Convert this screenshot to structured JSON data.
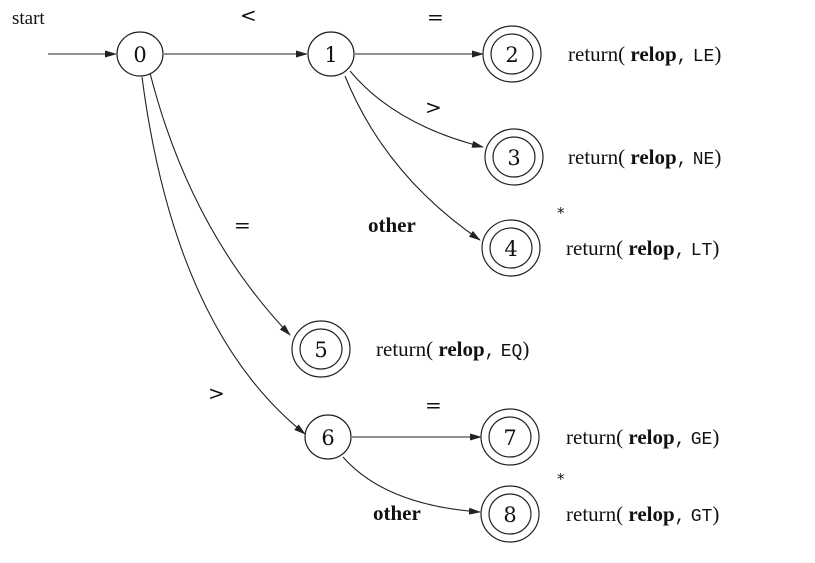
{
  "diagram": {
    "start_label": "start",
    "states": [
      {
        "id": "s0",
        "label": "0",
        "accepting": false,
        "retract": false,
        "action": null
      },
      {
        "id": "s1",
        "label": "1",
        "accepting": false,
        "retract": false,
        "action": null
      },
      {
        "id": "s2",
        "label": "2",
        "accepting": true,
        "retract": false,
        "action": {
          "word": "return(",
          "relop": "relop",
          "sep": ",",
          "token": "LE",
          "close": ")"
        }
      },
      {
        "id": "s3",
        "label": "3",
        "accepting": true,
        "retract": false,
        "action": {
          "word": "return(",
          "relop": "relop",
          "sep": ",",
          "token": "NE",
          "close": ")"
        }
      },
      {
        "id": "s4",
        "label": "4",
        "accepting": true,
        "retract": true,
        "retract_mark": "*",
        "action": {
          "word": "return(",
          "relop": "relop",
          "sep": ",",
          "token": "LT",
          "close": ")"
        }
      },
      {
        "id": "s5",
        "label": "5",
        "accepting": true,
        "retract": false,
        "action": {
          "word": "return(",
          "relop": "relop",
          "sep": ",",
          "token": "EQ",
          "close": ")"
        }
      },
      {
        "id": "s6",
        "label": "6",
        "accepting": false,
        "retract": false,
        "action": null
      },
      {
        "id": "s7",
        "label": "7",
        "accepting": true,
        "retract": false,
        "action": {
          "word": "return(",
          "relop": "relop",
          "sep": ",",
          "token": "GE",
          "close": ")"
        }
      },
      {
        "id": "s8",
        "label": "8",
        "accepting": true,
        "retract": true,
        "retract_mark": "*",
        "action": {
          "word": "return(",
          "relop": "relop",
          "sep": ",",
          "token": "GT",
          "close": ")"
        }
      }
    ],
    "transitions": [
      {
        "id": "t01",
        "from": "0",
        "to": "1",
        "label": "<"
      },
      {
        "id": "t12",
        "from": "1",
        "to": "2",
        "label": "="
      },
      {
        "id": "t13",
        "from": "1",
        "to": "3",
        "label": ">"
      },
      {
        "id": "t14",
        "from": "1",
        "to": "4",
        "label": "other"
      },
      {
        "id": "t05",
        "from": "0",
        "to": "5",
        "label": "="
      },
      {
        "id": "t06",
        "from": "0",
        "to": "6",
        "label": ">"
      },
      {
        "id": "t67",
        "from": "6",
        "to": "7",
        "label": "="
      },
      {
        "id": "t68",
        "from": "6",
        "to": "8",
        "label": "other"
      }
    ]
  }
}
